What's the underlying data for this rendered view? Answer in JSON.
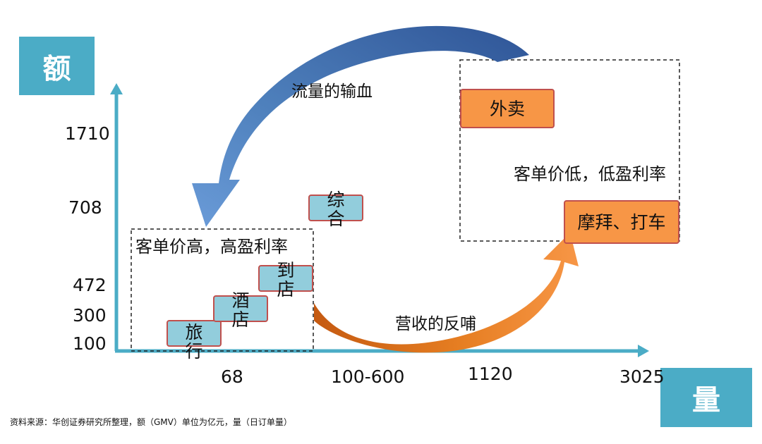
{
  "axes": {
    "y_label": "额",
    "x_label": "量",
    "y_ticks": [
      "1710",
      "708",
      "472",
      "300",
      "100"
    ],
    "x_ticks": [
      "68",
      "100-600",
      "1120",
      "3025"
    ]
  },
  "nodes": {
    "travel": "旅行",
    "hotel": "酒店",
    "in_store": "到店",
    "general": "综合",
    "food_delivery": "外卖",
    "bike_taxi": "摩拜、打车"
  },
  "regions": {
    "high": "客单价高，高盈利率",
    "low": "客单价低，低盈利率"
  },
  "flows": {
    "traffic": "流量的输血",
    "revenue": "营收的反哺"
  },
  "colors": {
    "axis": "#4bacc6",
    "blue_arrow": "#4f81bd",
    "orange_arrow": "#f79646",
    "node_blue": "#92cddc",
    "node_orange": "#f79646",
    "node_border": "#c0504d"
  },
  "source": "资料来源：华创证券研究所整理，额（GMV）单位为亿元，量（日订单量）"
}
